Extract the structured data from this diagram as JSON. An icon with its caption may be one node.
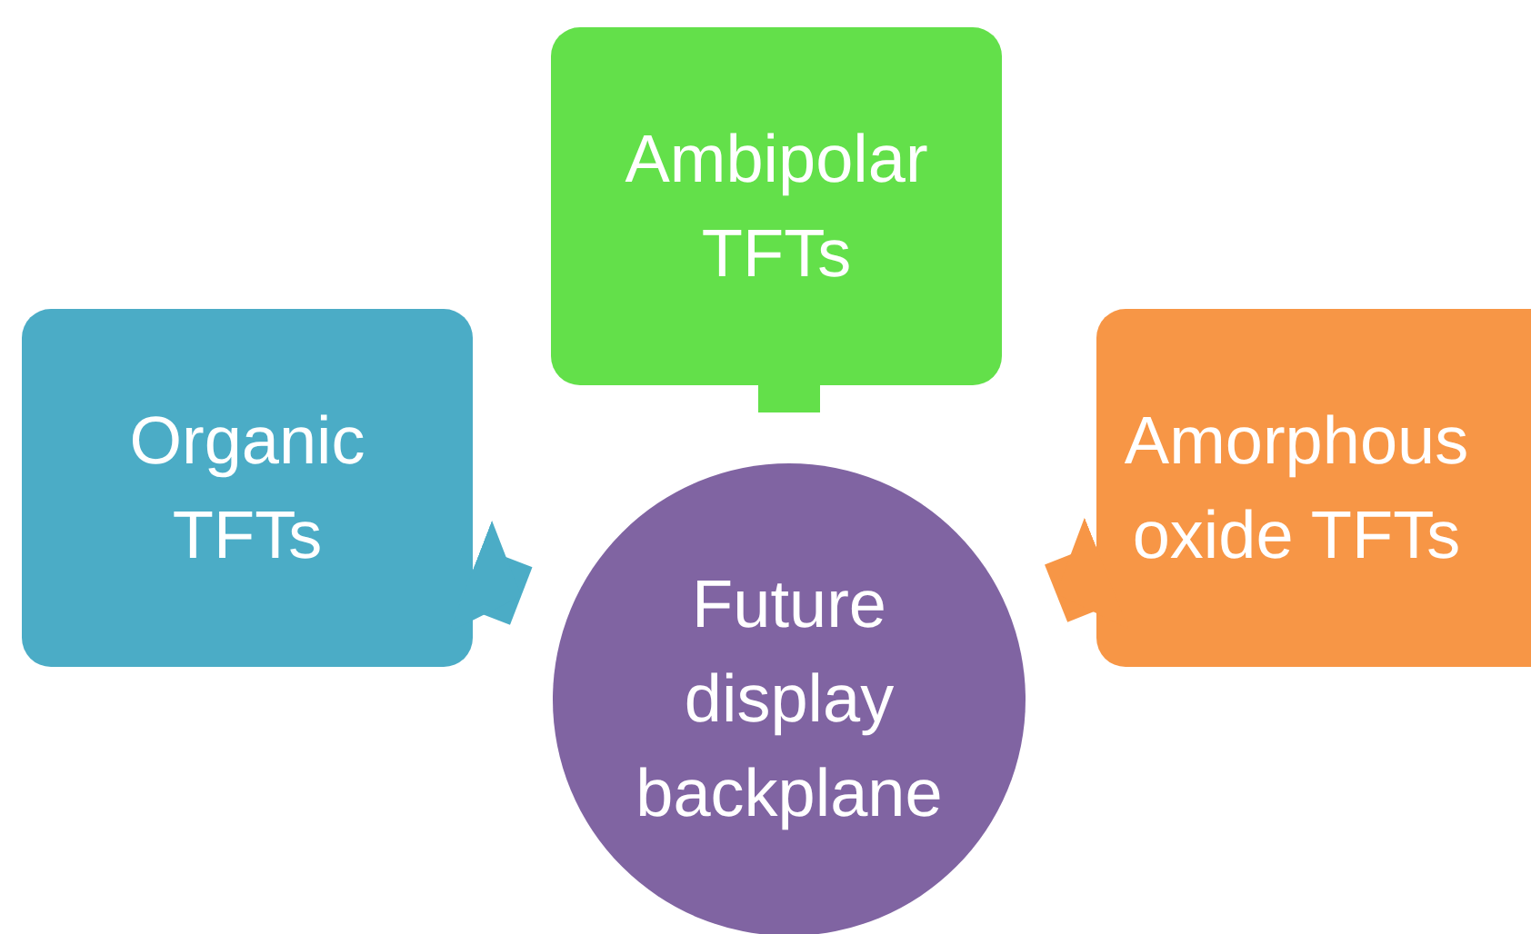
{
  "diagram": {
    "nodes": [
      {
        "text": [
          "Ambipolar TFTs"
        ]
      },
      {
        "text": [
          "Organic TFTs"
        ]
      },
      {
        "text": [
          "Amorphous oxide TFTs"
        ]
      },
      {
        "text": [
          "Future display backplane"
        ]
      }
    ],
    "edges": [
      {
        "from": 0,
        "to": 3,
        "arrow": "to",
        "color": "#63e04a"
      },
      {
        "from": 1,
        "to": 3,
        "arrow": "to",
        "color": "#4bacc6"
      },
      {
        "from": 2,
        "to": 3,
        "arrow": "to",
        "color": "#f79646"
      }
    ]
  }
}
